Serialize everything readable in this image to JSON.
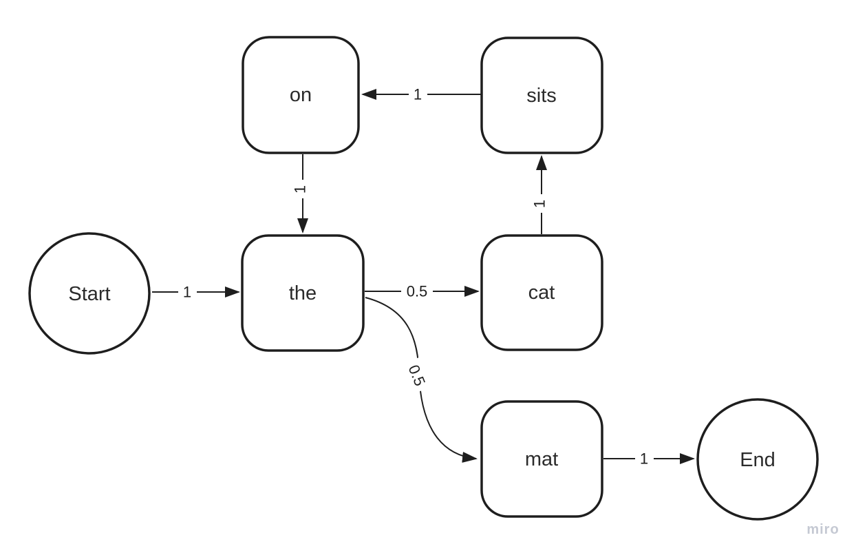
{
  "diagram": {
    "kind": "markov-chain-flow",
    "watermark": "miro",
    "colors": {
      "background": "#ffffff",
      "stroke": "#1e1e1e",
      "node_text": "#2b2b2b",
      "watermark_text": "#c5c9d3"
    },
    "nodes": [
      {
        "id": "start",
        "label": "Start",
        "shape": "circle"
      },
      {
        "id": "on",
        "label": "on",
        "shape": "rounded-rect"
      },
      {
        "id": "sits",
        "label": "sits",
        "shape": "rounded-rect"
      },
      {
        "id": "the",
        "label": "the",
        "shape": "rounded-rect"
      },
      {
        "id": "cat",
        "label": "cat",
        "shape": "rounded-rect"
      },
      {
        "id": "mat",
        "label": "mat",
        "shape": "rounded-rect"
      },
      {
        "id": "end",
        "label": "End",
        "shape": "circle"
      }
    ],
    "edges": [
      {
        "from": "Start",
        "to": "the",
        "label": "1"
      },
      {
        "from": "on",
        "to": "the",
        "label": "1"
      },
      {
        "from": "sits",
        "to": "on",
        "label": "1"
      },
      {
        "from": "cat",
        "to": "sits",
        "label": "1"
      },
      {
        "from": "the",
        "to": "cat",
        "label": "0.5"
      },
      {
        "from": "the",
        "to": "mat",
        "label": "0.5"
      },
      {
        "from": "mat",
        "to": "End",
        "label": "1"
      }
    ]
  }
}
